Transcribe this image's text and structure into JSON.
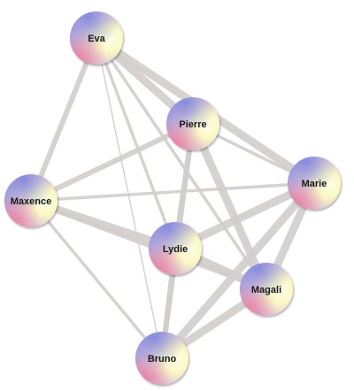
{
  "nodes": [
    {
      "id": "eva",
      "label": "Eva"
    },
    {
      "id": "pierre",
      "label": "Pierre"
    },
    {
      "id": "maxence",
      "label": "Maxence"
    },
    {
      "id": "marie",
      "label": "Marie"
    },
    {
      "id": "lydie",
      "label": "Lydie"
    },
    {
      "id": "magali",
      "label": "Magali"
    },
    {
      "id": "bruno",
      "label": "Bruno"
    }
  ],
  "edges": [
    {
      "from": "eva",
      "to": "pierre",
      "weight": "heavy"
    },
    {
      "from": "eva",
      "to": "marie",
      "weight": "heavy"
    },
    {
      "from": "eva",
      "to": "maxence",
      "weight": "medium"
    },
    {
      "from": "eva",
      "to": "lydie",
      "weight": "light"
    },
    {
      "from": "eva",
      "to": "magali",
      "weight": "light"
    },
    {
      "from": "eva",
      "to": "bruno",
      "weight": "thin"
    },
    {
      "from": "pierre",
      "to": "maxence",
      "weight": "medium"
    },
    {
      "from": "pierre",
      "to": "marie",
      "weight": "light"
    },
    {
      "from": "pierre",
      "to": "lydie",
      "weight": "medium"
    },
    {
      "from": "pierre",
      "to": "magali",
      "weight": "heavy"
    },
    {
      "from": "pierre",
      "to": "bruno",
      "weight": "medium"
    },
    {
      "from": "maxence",
      "to": "marie",
      "weight": "light"
    },
    {
      "from": "maxence",
      "to": "lydie",
      "weight": "heavy"
    },
    {
      "from": "maxence",
      "to": "magali",
      "weight": "medium"
    },
    {
      "from": "maxence",
      "to": "bruno",
      "weight": "light"
    },
    {
      "from": "marie",
      "to": "lydie",
      "weight": "heavy"
    },
    {
      "from": "marie",
      "to": "magali",
      "weight": "heavy"
    },
    {
      "from": "marie",
      "to": "bruno",
      "weight": "heavy"
    },
    {
      "from": "lydie",
      "to": "magali",
      "weight": "heavy"
    },
    {
      "from": "lydie",
      "to": "bruno",
      "weight": "medium"
    },
    {
      "from": "magali",
      "to": "bruno",
      "weight": "heavy"
    }
  ],
  "colors": {
    "edge": "#d2cecc",
    "sphere_blue": "#8f95e0",
    "sphere_pink": "#ee8fa8",
    "sphere_yellow": "#fbf8c4",
    "label": "#1a1a1a"
  }
}
